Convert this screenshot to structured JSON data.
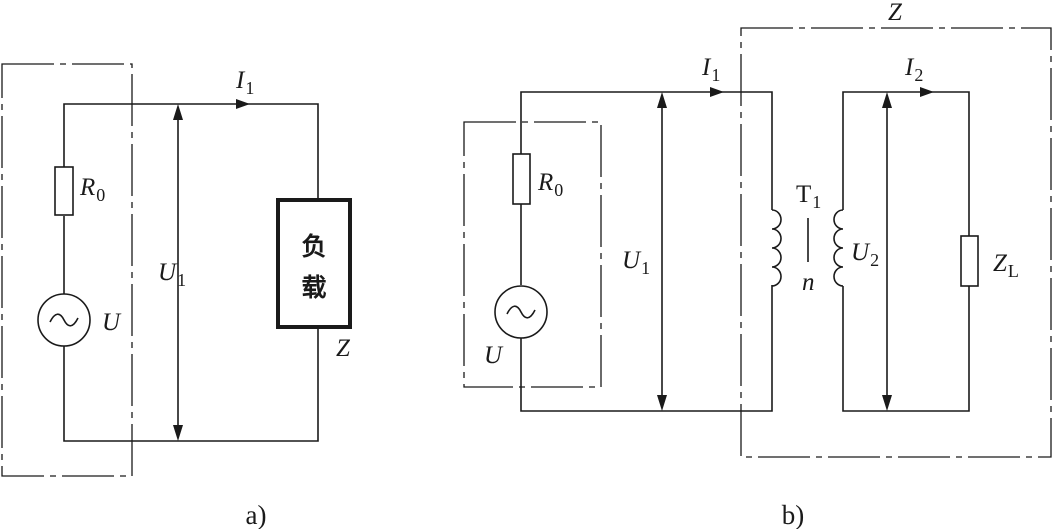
{
  "diagram_a": {
    "caption": "a)",
    "current_label": "I",
    "current_sub": "1",
    "resistor_label": "R",
    "resistor_sub": "0",
    "source_label": "U",
    "voltage_label": "U",
    "voltage_sub": "1",
    "load_text_1": "负",
    "load_text_2": "载",
    "impedance_label": "Z"
  },
  "diagram_b": {
    "caption": "b)",
    "impedance_label": "Z",
    "current1_label": "I",
    "current1_sub": "1",
    "current2_label": "I",
    "current2_sub": "2",
    "resistor_label": "R",
    "resistor_sub": "0",
    "source_label": "U",
    "voltage1_label": "U",
    "voltage1_sub": "1",
    "transformer_label": "T",
    "transformer_sub": "1",
    "ratio_label": "n",
    "voltage2_label": "U",
    "voltage2_sub": "2",
    "load_label": "Z",
    "load_sub": "L"
  }
}
